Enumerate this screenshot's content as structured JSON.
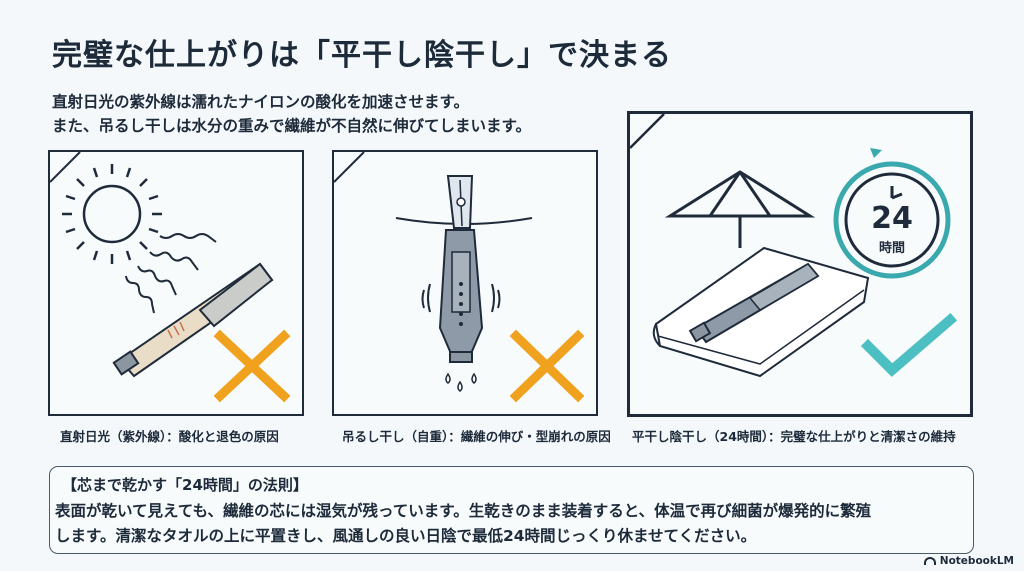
{
  "title": "完璧な仕上がりは「平干し陰干し」で決まる",
  "intro": [
    "直射日光の紫外線は濡れたナイロンの酸化を加速させます。",
    "また、吊るし干しは水分の重みで繊維が不自然に伸びてしまいます。"
  ],
  "panels": [
    {
      "caption": "直射日光（紫外線）：酸化と退色の原因",
      "verdict": "x-mark",
      "icon": "sun-icon"
    },
    {
      "caption": "吊るし干し（自重）：繊維の伸び・型崩れの原因",
      "verdict": "x-mark",
      "icon": "clothespin-icon"
    },
    {
      "caption": "平干し陰干し（24時間）：完璧な仕上がりと清潔さの維持",
      "verdict": "check-mark",
      "icon": "umbrella-icon",
      "timer_number": "24",
      "timer_unit": "時間"
    }
  ],
  "rule": {
    "title": "【芯まで乾かす「24時間」の法則】",
    "lines": [
      "表面が乾いて見えても、繊維の芯には湿気が残っています。生乾きのまま装着すると、体温で再び細菌が爆発的に繁殖",
      "します。清潔なタオルの上に平置きし、風通しの良い日陰で最低24時間じっくり休ませてください。"
    ]
  },
  "watermark": "NotebookLM",
  "colors": {
    "ink": "#1f2a3a",
    "cross": "#f0a11e",
    "check": "#4bbfc2",
    "teal": "#3aa9ae"
  }
}
